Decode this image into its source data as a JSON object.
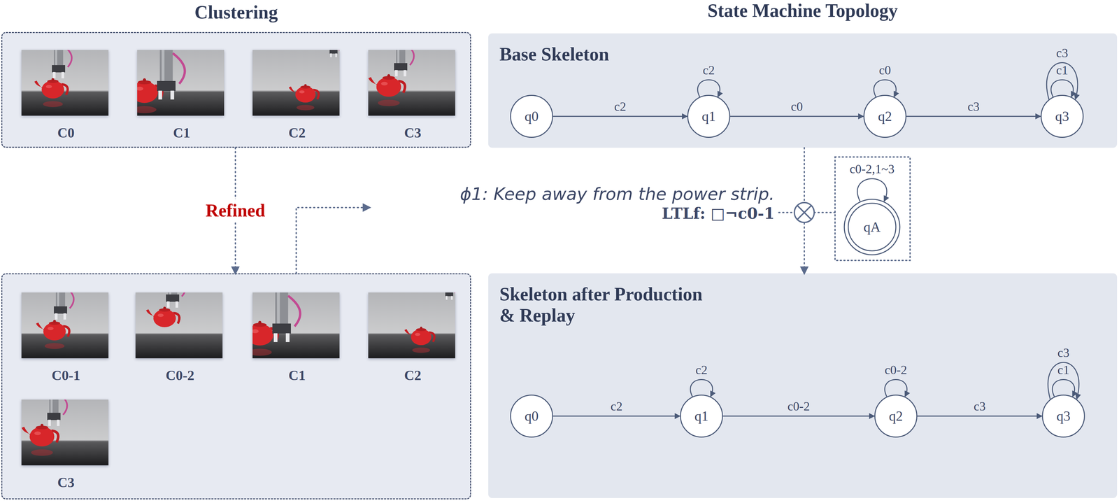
{
  "diagram": {
    "nodes": [
      {
        "text": [
          "Clustering"
        ]
      },
      {
        "text": [
          "C0"
        ],
        "in": 0
      },
      {
        "text": [
          "C1"
        ],
        "in": 0
      },
      {
        "text": [
          "C2"
        ],
        "in": 0
      },
      {
        "text": [
          "C3"
        ],
        "in": 0
      },
      {
        "text": []
      },
      {
        "text": [
          "C0-1"
        ],
        "in": 5
      },
      {
        "text": [
          "C0-2"
        ],
        "in": 5
      },
      {
        "text": [
          "C1"
        ],
        "in": 5
      },
      {
        "text": [
          "C2"
        ],
        "in": 5
      },
      {
        "text": [
          "C3"
        ],
        "in": 5
      },
      {
        "text": [
          "Base Skeleton"
        ]
      },
      {
        "text": [
          "q0"
        ],
        "in": 11
      },
      {
        "text": [
          "q1"
        ],
        "in": 11
      },
      {
        "text": [
          "q2"
        ],
        "in": 11
      },
      {
        "text": [
          "q3"
        ],
        "in": 11
      },
      {
        "text": [
          "qA"
        ]
      },
      {
        "text": [
          "Skeleton after Production & Replay"
        ]
      },
      {
        "text": [
          "q0"
        ],
        "in": 17
      },
      {
        "text": [
          "q1"
        ],
        "in": 17
      },
      {
        "text": [
          "q2"
        ],
        "in": 17
      },
      {
        "text": [
          "q3"
        ],
        "in": 17
      }
    ],
    "edges": [
      {
        "from": 0,
        "to": 5,
        "label": "Refined",
        "arrow": "to"
      },
      {
        "from": 12,
        "to": 13,
        "label": "c2",
        "arrow": "to"
      },
      {
        "from": 13,
        "to": 13,
        "label": "c2",
        "arrow": "to"
      },
      {
        "from": 13,
        "to": 14,
        "label": "c0",
        "arrow": "to"
      },
      {
        "from": 14,
        "to": 14,
        "label": "c0",
        "arrow": "to"
      },
      {
        "from": 14,
        "to": 15,
        "label": "c3",
        "arrow": "to"
      },
      {
        "from": 15,
        "to": 15,
        "label": "c3",
        "arrow": "to"
      },
      {
        "from": 15,
        "to": 15,
        "label": "c1",
        "arrow": "to"
      },
      {
        "from": 16,
        "to": 16,
        "label": "c0-2,1~3",
        "arrow": "to"
      },
      {
        "from": 11,
        "to": 17,
        "arrow": "to"
      },
      {
        "from": 18,
        "to": 19,
        "label": "c2",
        "arrow": "to"
      },
      {
        "from": 19,
        "to": 19,
        "label": "c2",
        "arrow": "to"
      },
      {
        "from": 19,
        "to": 20,
        "label": "c0-2",
        "arrow": "to"
      },
      {
        "from": 20,
        "to": 20,
        "label": "c0-2",
        "arrow": "to"
      },
      {
        "from": 20,
        "to": 21,
        "label": "c3",
        "arrow": "to"
      },
      {
        "from": 21,
        "to": 21,
        "label": "c3",
        "arrow": "to"
      },
      {
        "from": 21,
        "to": 21,
        "label": "c1",
        "arrow": "to"
      }
    ],
    "labels": [
      "State Machine Topology",
      "ϕ1: Keep away from the power strip.",
      "LTLf: □¬c0-1"
    ]
  }
}
